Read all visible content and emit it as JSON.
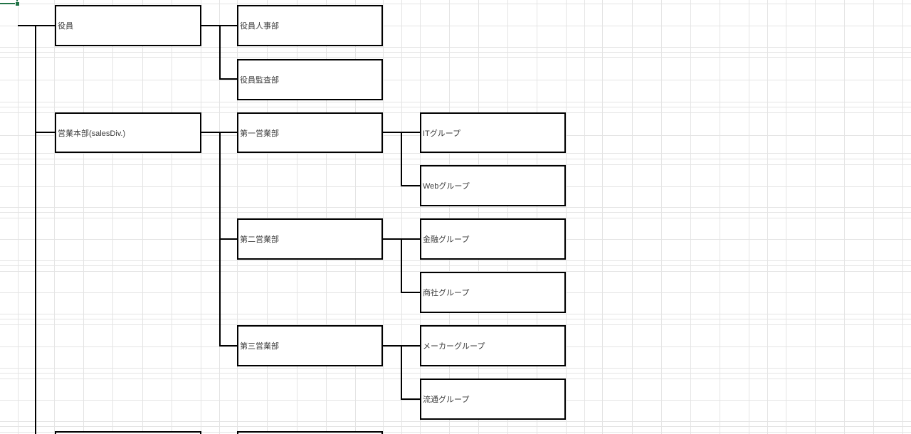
{
  "app": {
    "kind": "spreadsheet-org-chart",
    "colors": {
      "selection_green": "#217346",
      "shape_line": "#000000",
      "grid_line": "#e4e4e4",
      "node_fill": "#ffffff",
      "node_text": "#3a3a3a"
    }
  },
  "org_chart": {
    "tree": [
      {
        "label": "役員",
        "children": [
          {
            "label": "役員人事部"
          },
          {
            "label": "役員監査部"
          }
        ]
      },
      {
        "label": "営業本部(salesDiv.)",
        "children": [
          {
            "label": "第一営業部",
            "children": [
              {
                "label": "ITグループ"
              },
              {
                "label": "Webグループ"
              }
            ]
          },
          {
            "label": "第二営業部",
            "children": [
              {
                "label": "金融グループ"
              },
              {
                "label": "商社グループ"
              }
            ]
          },
          {
            "label": "第三営業部",
            "children": [
              {
                "label": "メーカーグループ"
              },
              {
                "label": "流通グループ"
              }
            ]
          }
        ]
      }
    ],
    "cropped_nodes": [
      {
        "label": ""
      },
      {
        "label": ""
      }
    ]
  }
}
